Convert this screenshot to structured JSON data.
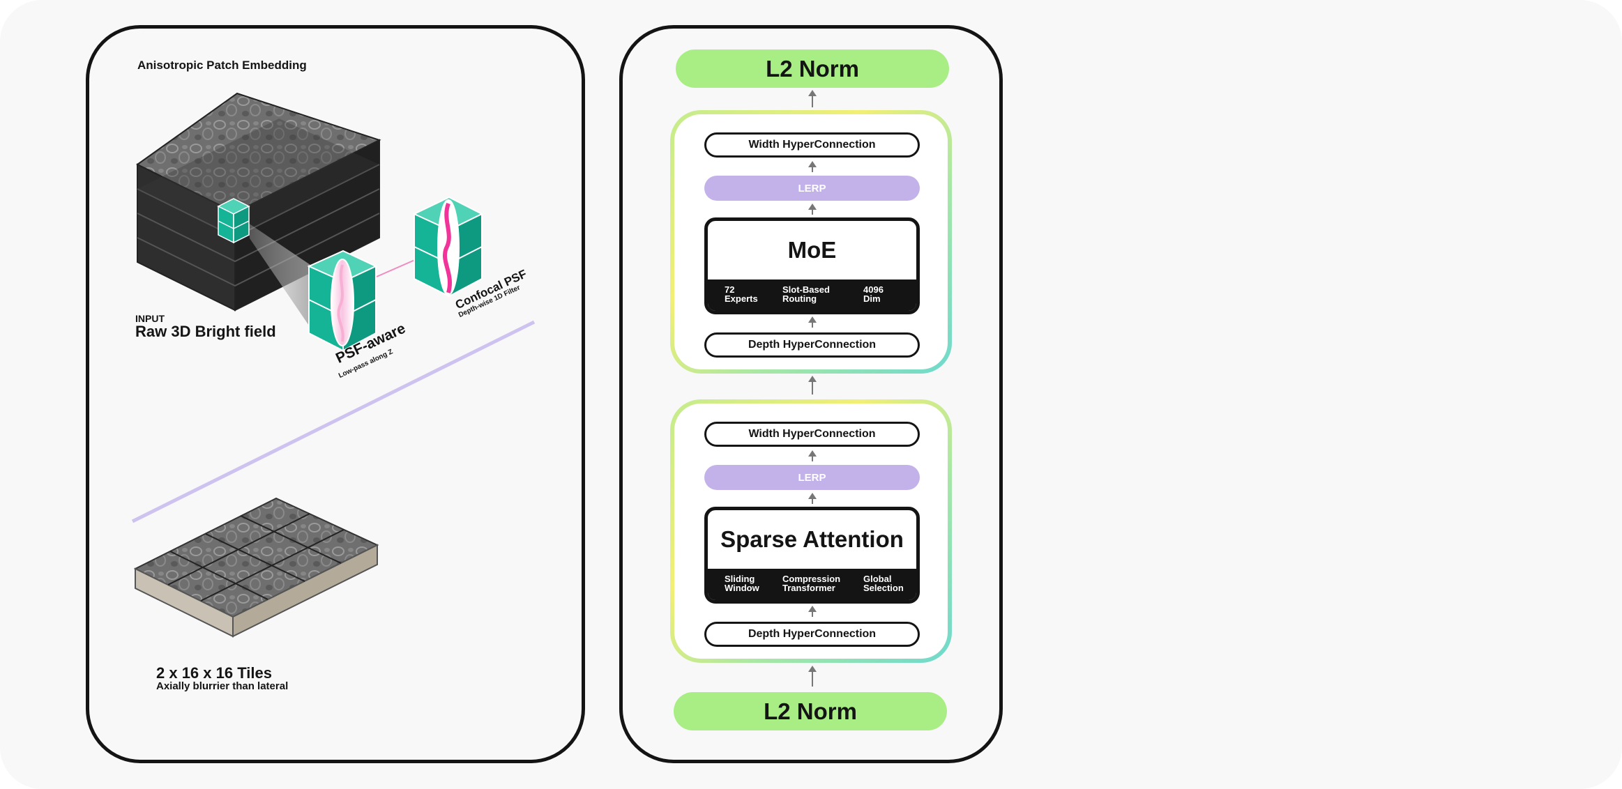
{
  "left_panel": {
    "title": "Anisotropic Patch Embedding",
    "input_tag": "INPUT",
    "input_label": "Raw 3D Bright field",
    "psf_aware_label": "PSF-aware",
    "psf_aware_sub": "Low-pass along Z",
    "confocal_label": "Confocal PSF",
    "confocal_sub": "Depth-wise 1D Filter",
    "tiles_label": "2 x 16 x 16 Tiles",
    "tiles_sub": "Axially blurrier than lateral"
  },
  "right_panel": {
    "top_norm": "L2 Norm",
    "bottom_norm": "L2 Norm",
    "moe_block": {
      "width_hc": "Width HyperConnection",
      "lerp": "LERP",
      "title": "MoE",
      "features": [
        "72\nExperts",
        "Slot-Based\nRouting",
        "4096\nDim"
      ],
      "depth_hc": "Depth HyperConnection"
    },
    "attention_block": {
      "width_hc": "Width HyperConnection",
      "lerp": "LERP",
      "title": "Sparse Attention",
      "features": [
        "Sliding\nWindow",
        "Compression\nTransformer",
        "Global\nSelection"
      ],
      "depth_hc": "Depth HyperConnection"
    }
  },
  "colors": {
    "teal": "#16b496",
    "norm_green": "#a8ee84",
    "lerp_purple": "#c3b2ea",
    "psf_pink": "#f0349a",
    "dark": "#141414"
  }
}
